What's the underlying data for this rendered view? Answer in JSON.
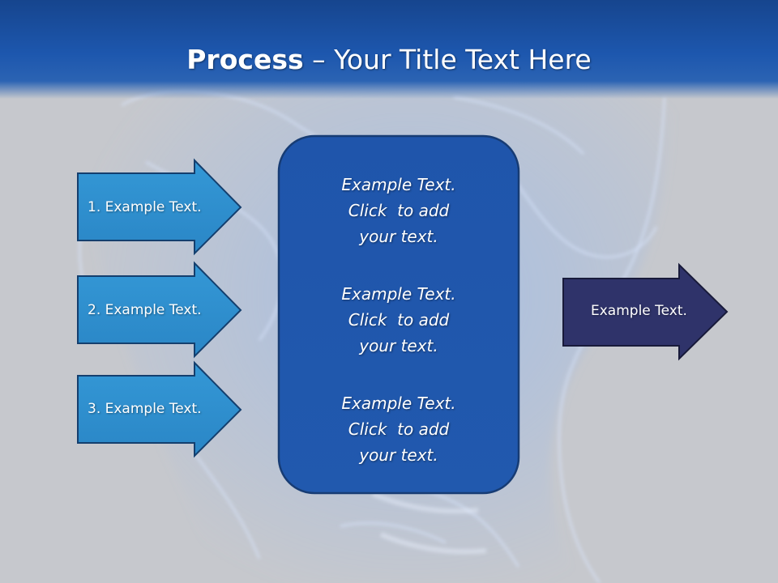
{
  "title": {
    "bold": "Process",
    "rest": " – Your Title Text Here"
  },
  "left_arrows": [
    {
      "label": "1. Example Text."
    },
    {
      "label": "2. Example Text."
    },
    {
      "label": "3. Example Text."
    }
  ],
  "center_box": {
    "blocks": [
      {
        "line1": "Example Text.",
        "line2": "Click  to add",
        "line3": "your text."
      },
      {
        "line1": "Example Text.",
        "line2": "Click  to add",
        "line3": "your text."
      },
      {
        "line1": "Example Text.",
        "line2": "Click  to add",
        "line3": "your text."
      }
    ]
  },
  "right_arrow": {
    "label": "Example Text."
  },
  "colors": {
    "header": "#1d57ae",
    "left_arrow_fill": "#2f8ecf",
    "center_box_fill": "#1f55aa",
    "right_arrow_fill": "#2e3267",
    "background": "#c6c8cd"
  }
}
